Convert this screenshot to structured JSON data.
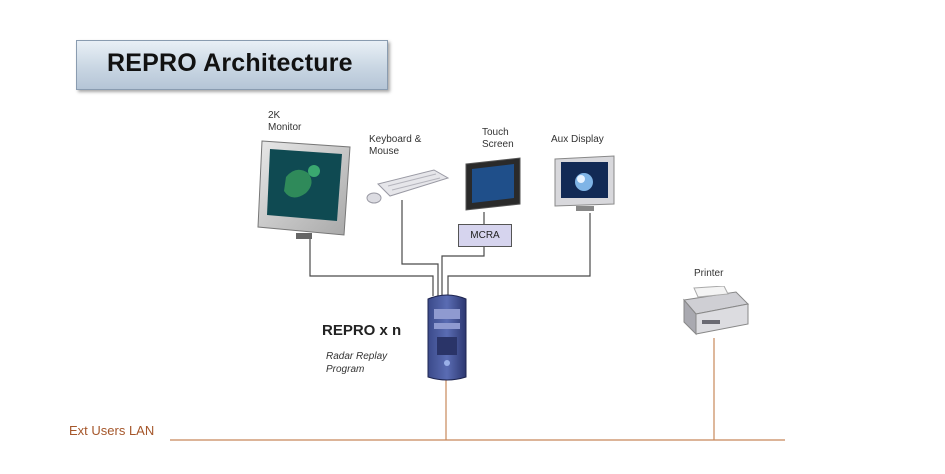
{
  "title": "REPRO Architecture",
  "devices": {
    "monitor": {
      "label_line1": "2K",
      "label_line2": "Monitor",
      "icon": "monitor-icon"
    },
    "keyboard": {
      "label_line1": "Keyboard &",
      "label_line2": "Mouse",
      "icon": "keyboard-mouse-icon"
    },
    "touch_screen": {
      "label_line1": "Touch",
      "label_line2": "Screen",
      "icon": "touch-screen-icon"
    },
    "aux_display": {
      "label": "Aux Display",
      "icon": "aux-display-icon"
    },
    "mcra": {
      "label": "MCRA"
    },
    "printer": {
      "label": "Printer",
      "icon": "printer-icon"
    }
  },
  "repro": {
    "label": "REPRO x n",
    "sub_line1": "Radar Replay",
    "sub_line2": "Program",
    "icon": "server-tower-icon"
  },
  "lan": {
    "label": "Ext Users LAN",
    "color": "#c8885a"
  },
  "colors": {
    "wire": "#4a4a4a",
    "title_bg": "#c9d6e3"
  }
}
